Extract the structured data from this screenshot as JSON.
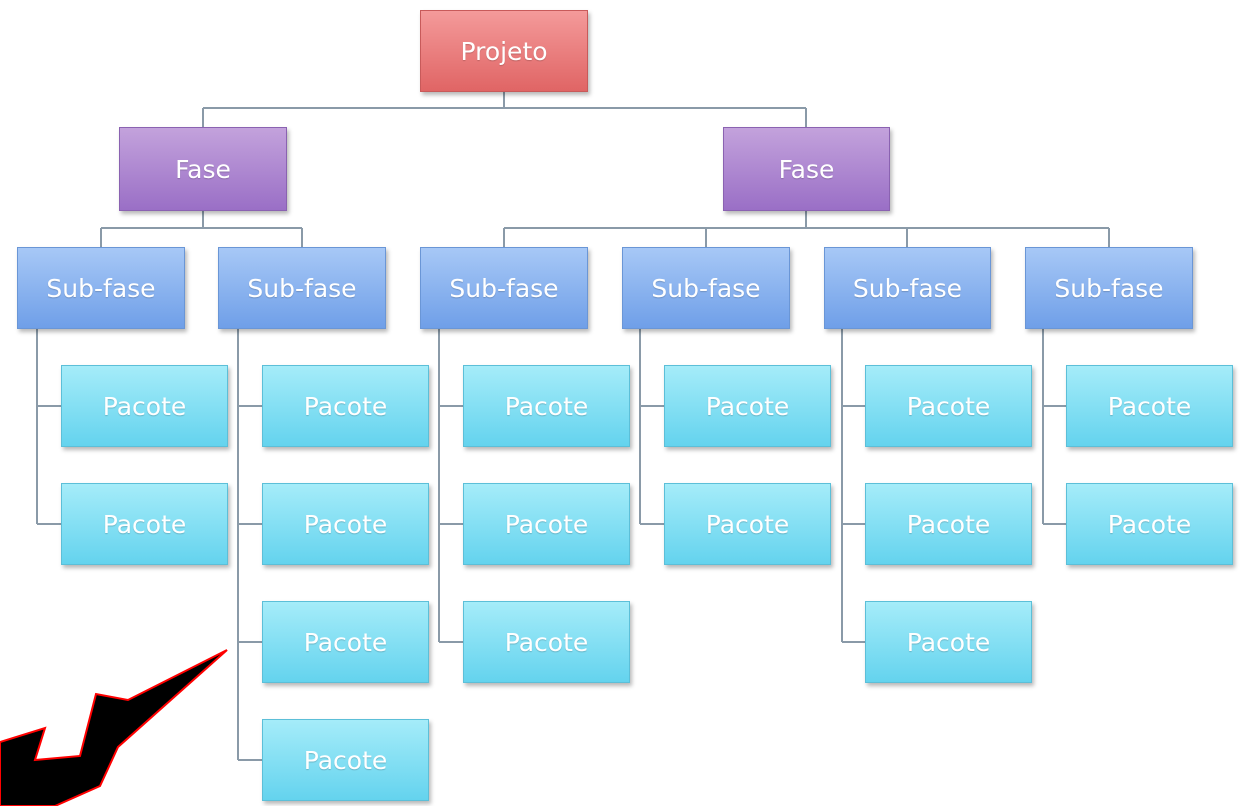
{
  "diagram": {
    "root": {
      "label": "Projeto"
    },
    "phases": [
      {
        "label": "Fase",
        "subphases": [
          {
            "label": "Sub-fase",
            "packages": [
              "Pacote",
              "Pacote"
            ]
          },
          {
            "label": "Sub-fase",
            "packages": [
              "Pacote",
              "Pacote",
              "Pacote",
              "Pacote"
            ]
          }
        ]
      },
      {
        "label": "Fase",
        "subphases": [
          {
            "label": "Sub-fase",
            "packages": [
              "Pacote",
              "Pacote",
              "Pacote"
            ]
          },
          {
            "label": "Sub-fase",
            "packages": [
              "Pacote",
              "Pacote"
            ]
          },
          {
            "label": "Sub-fase",
            "packages": [
              "Pacote",
              "Pacote",
              "Pacote"
            ]
          },
          {
            "label": "Sub-fase",
            "packages": [
              "Pacote",
              "Pacote"
            ]
          }
        ]
      }
    ]
  },
  "colors": {
    "root": "#e57373",
    "phase": "#a883cf",
    "subphase": "#82aef0",
    "package": "#7ddcf2",
    "connector": "#8a9aa8",
    "arrow_fill": "#000000",
    "arrow_stroke": "#ff0000"
  }
}
